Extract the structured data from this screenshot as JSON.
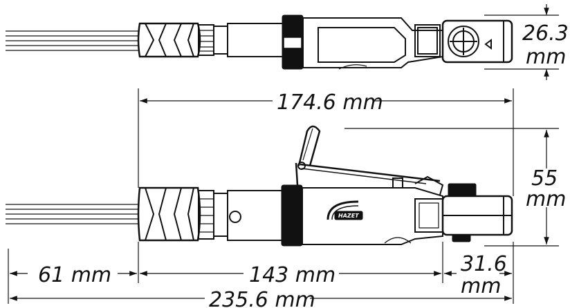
{
  "dimensions": {
    "height_top": "26.3",
    "height_top_unit": "mm",
    "overall_body": "174.6 mm",
    "height_side": "55",
    "height_side_unit": "mm",
    "needles": "61 mm",
    "body": "143 mm",
    "head": "31.6",
    "head_unit": "mm",
    "overall_total": "235.6 mm"
  },
  "logo": {
    "text": "HAZET"
  },
  "colors": {
    "line": "#111111",
    "background": "#ffffff"
  }
}
